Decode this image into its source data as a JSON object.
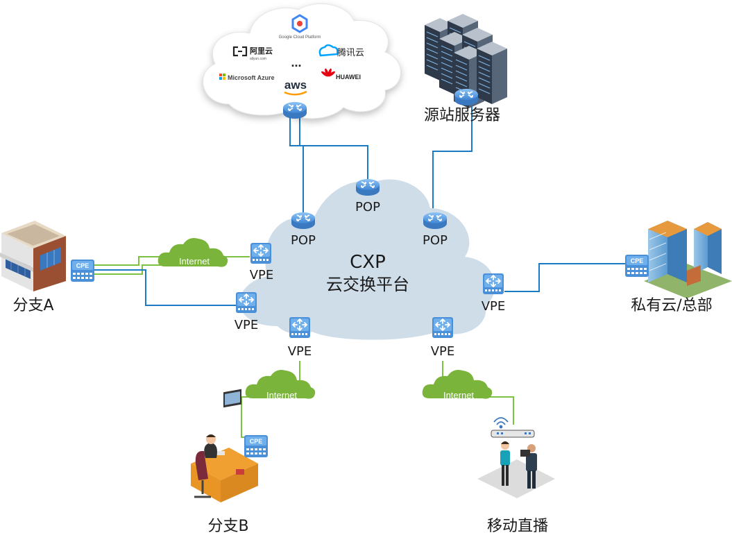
{
  "platform": {
    "title": "CXP",
    "subtitle": "云交换平台"
  },
  "public_cloud": {
    "providers": [
      "Google Cloud Platform",
      "阿里云",
      "aliyun.com",
      "腾讯云",
      "Microsoft Azure",
      "aws",
      "HUAWEI"
    ],
    "ellipsis": "..."
  },
  "source_server": {
    "label": "源站服务器"
  },
  "pops": [
    "POP",
    "POP",
    "POP"
  ],
  "vpes": [
    "VPE",
    "VPE",
    "VPE",
    "VPE",
    "VPE"
  ],
  "internet_label": "Internet",
  "cpe_label": "CPE",
  "sites": {
    "branch_a": "分支A",
    "branch_b": "分支B",
    "private_cloud": "私有云/总部",
    "live": "移动直播"
  },
  "colors": {
    "cloud_fill": "#cfdde9",
    "link_blue": "#1a7bc4",
    "link_green": "#7cc242",
    "router": "#5aa0e6",
    "internet_cloud": "#7ab43a"
  },
  "icons": [
    "router-icon",
    "vpe-switch-icon",
    "cpe-device-icon",
    "building-icon",
    "server-rack-icon",
    "office-desk-icon",
    "wifi-icon",
    "person-icon"
  ]
}
